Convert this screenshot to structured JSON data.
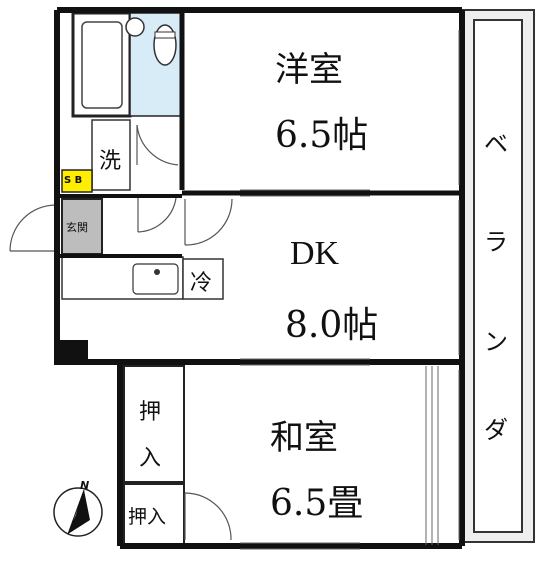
{
  "rooms": {
    "western": {
      "name": "洋室",
      "size": "6.5帖"
    },
    "dk": {
      "name": "DK",
      "size": "8.0帖"
    },
    "japanese": {
      "name": "和室",
      "size": "6.5畳"
    }
  },
  "labels": {
    "veranda": [
      "ベ",
      "ラ",
      "ン",
      "ダ"
    ],
    "washroom": "洗",
    "entrance": "玄関",
    "shoe_box": "S B",
    "refrigerator": "冷",
    "closet_upper": [
      "押",
      "入"
    ],
    "closet_lower": "押入",
    "north": "N"
  },
  "colors": {
    "wall": "#111111",
    "bath": "#d8ecf8",
    "shoe_box": "#ffee00",
    "entrance_floor": "#bdbdbd",
    "veranda_fill": "#eeeeee"
  }
}
